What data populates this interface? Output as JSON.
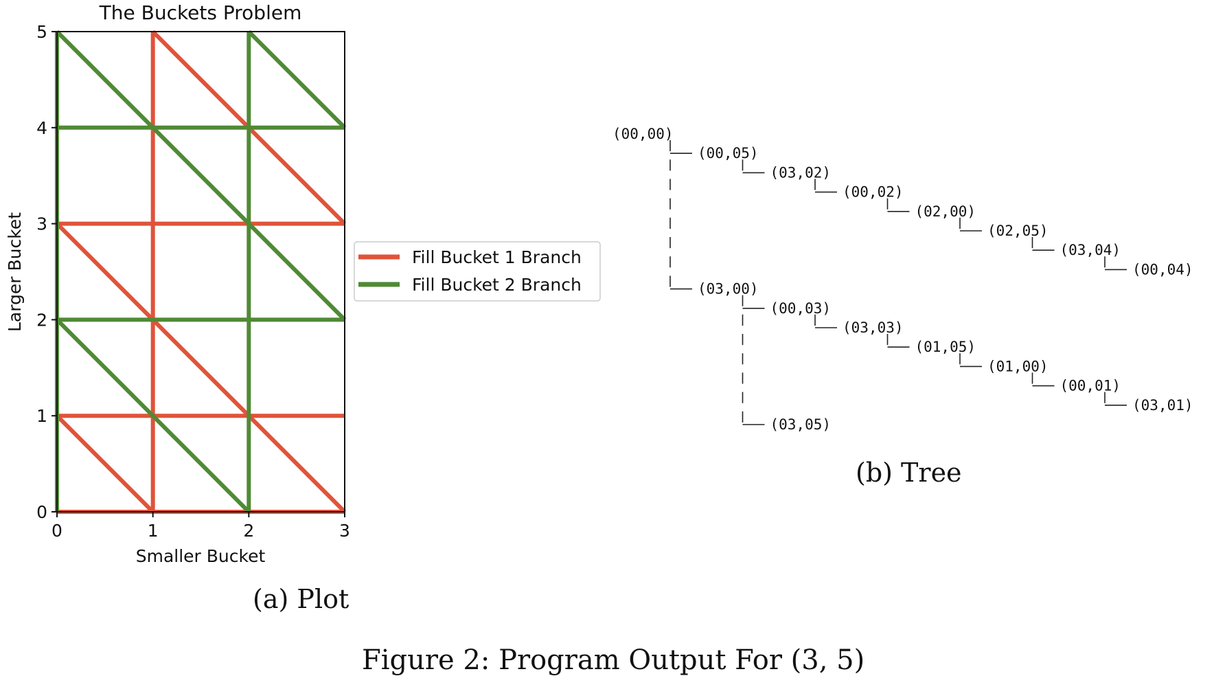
{
  "chart_data": [
    {
      "type": "line",
      "title": "The Buckets Problem",
      "xlabel": "Smaller Bucket",
      "ylabel": "Larger Bucket",
      "xlim": [
        0,
        3
      ],
      "ylim": [
        0,
        5
      ],
      "xticks": [
        "0",
        "1",
        "2",
        "3"
      ],
      "yticks": [
        "0",
        "1",
        "2",
        "3",
        "4",
        "5"
      ],
      "grid": false,
      "legend_position": "outside-right",
      "series": [
        {
          "name": "Fill Bucket 1 Branch",
          "color": "#e0533a",
          "segments": [
            [
              [
                0,
                0
              ],
              [
                3,
                0
              ]
            ],
            [
              [
                0,
                1
              ],
              [
                3,
                1
              ]
            ],
            [
              [
                0,
                3
              ],
              [
                3,
                3
              ]
            ],
            [
              [
                1,
                0
              ],
              [
                1,
                5
              ]
            ],
            [
              [
                0,
                1
              ],
              [
                1,
                0
              ]
            ],
            [
              [
                0,
                3
              ],
              [
                3,
                0
              ]
            ],
            [
              [
                1,
                5
              ],
              [
                3,
                3
              ]
            ]
          ]
        },
        {
          "name": "Fill Bucket 2 Branch",
          "color": "#4f8a35",
          "segments": [
            [
              [
                0,
                0
              ],
              [
                0,
                5
              ]
            ],
            [
              [
                2,
                0
              ],
              [
                2,
                5
              ]
            ],
            [
              [
                0,
                2
              ],
              [
                3,
                2
              ]
            ],
            [
              [
                0,
                4
              ],
              [
                3,
                4
              ]
            ],
            [
              [
                0,
                2
              ],
              [
                2,
                0
              ]
            ],
            [
              [
                0,
                5
              ],
              [
                3,
                2
              ]
            ],
            [
              [
                2,
                5
              ],
              [
                3,
                4
              ]
            ]
          ]
        }
      ]
    },
    {
      "type": "tree",
      "nodes": [
        {
          "label": "(00,00)",
          "depth": 0,
          "parent": null
        },
        {
          "label": "(00,05)",
          "depth": 1,
          "parent": 0
        },
        {
          "label": "(03,02)",
          "depth": 2,
          "parent": 1
        },
        {
          "label": "(00,02)",
          "depth": 3,
          "parent": 2
        },
        {
          "label": "(02,00)",
          "depth": 4,
          "parent": 3
        },
        {
          "label": "(02,05)",
          "depth": 5,
          "parent": 4
        },
        {
          "label": "(03,04)",
          "depth": 6,
          "parent": 5
        },
        {
          "label": "(00,04)",
          "depth": 7,
          "parent": 6
        },
        {
          "label": "(03,00)",
          "depth": 1,
          "parent": 0
        },
        {
          "label": "(00,03)",
          "depth": 2,
          "parent": 8
        },
        {
          "label": "(03,03)",
          "depth": 3,
          "parent": 9
        },
        {
          "label": "(01,05)",
          "depth": 4,
          "parent": 10
        },
        {
          "label": "(01,00)",
          "depth": 5,
          "parent": 11
        },
        {
          "label": "(00,01)",
          "depth": 6,
          "parent": 12
        },
        {
          "label": "(03,01)",
          "depth": 7,
          "parent": 13
        },
        {
          "label": "(03,05)",
          "depth": 2,
          "parent": 8
        }
      ]
    }
  ],
  "captions": {
    "plot": "(a) Plot",
    "tree": "(b) Tree",
    "figure": "Figure 2: Program Output For (3, 5)"
  }
}
